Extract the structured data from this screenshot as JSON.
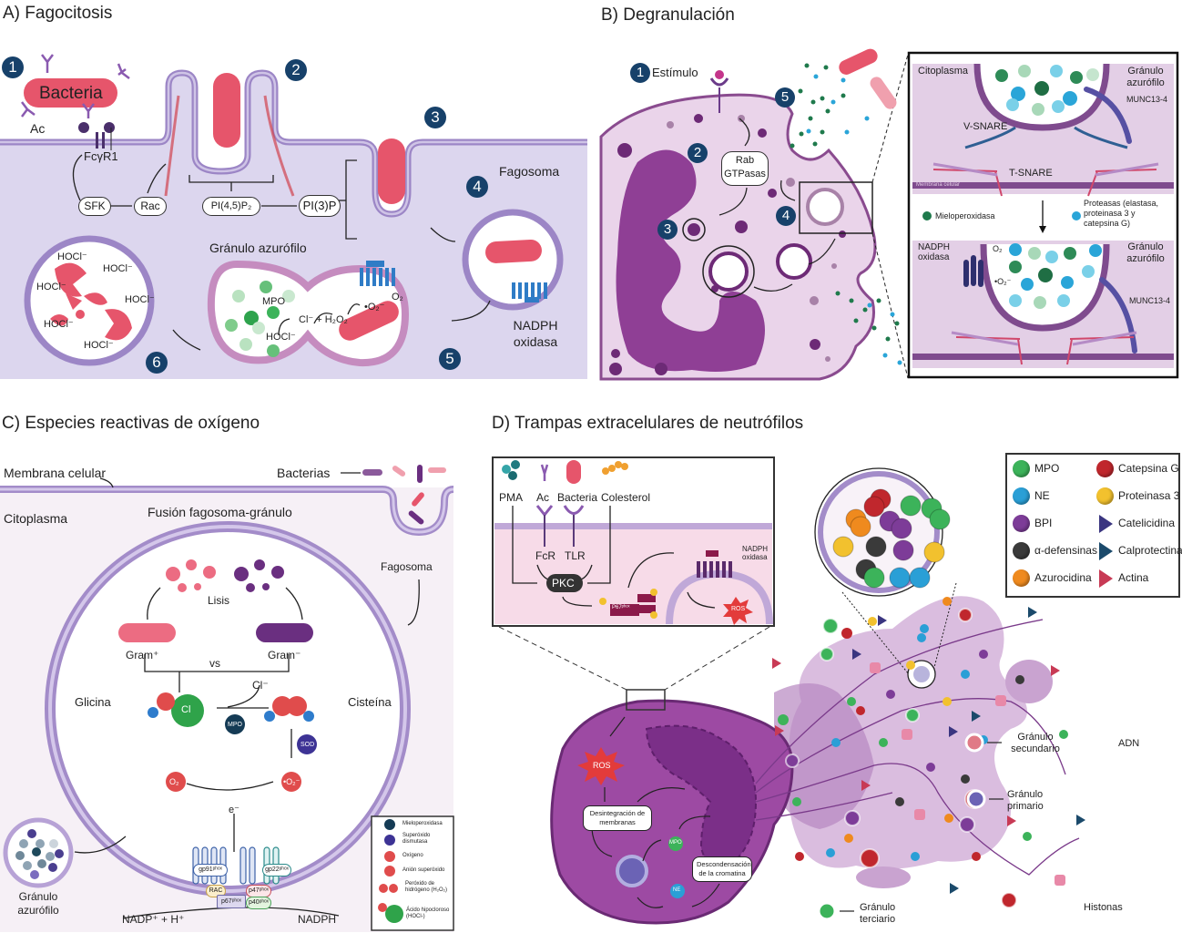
{
  "panels": {
    "a": {
      "title": "A) Fagocitosis",
      "steps": [
        "1",
        "2",
        "3",
        "4",
        "5",
        "6"
      ],
      "bacteria_label": "Bacteria",
      "antibody_label": "Ac",
      "receptor_label": "FcγR1",
      "pathway": {
        "sfk": "SFK",
        "rac": "Rac",
        "pip2": "PI(4,5)P₂",
        "pi3p": "PI(3)P"
      },
      "phagosome_label": "Fagosoma",
      "granule_label": "Gránulo azurófilo",
      "nadph_label": "NADPH oxidasa",
      "mpo": "MPO",
      "o2": "O₂",
      "superoxide": "•O₂⁻",
      "reaction": "Cl⁻ + H₂O₂",
      "hocl": "HOCl⁻",
      "hocl_count": 6
    },
    "b": {
      "title": "B) Degranulación",
      "steps": [
        "1",
        "2",
        "3",
        "4",
        "5"
      ],
      "stimulus_label": "Estímulo",
      "rab_label": "Rab GTPasas",
      "inset": {
        "cytoplasm": "Citoplasma",
        "granule": "Gránulo azurófilo",
        "munc": "MUNC13-4",
        "vsnare": "V-SNARE",
        "tsnare": "T-SNARE",
        "membrane": "Membrana celular",
        "legend_mpo": "Mieloperoxidasa",
        "legend_proteases": "Proteasas (elastasa, proteinasa 3 y catepsina G)",
        "nadph": "NADPH oxidasa",
        "o2": "O₂",
        "superoxide": "•O₂⁻"
      },
      "colors": {
        "mpo": "#1f7a4c",
        "protease": "#2aa5d8"
      }
    },
    "c": {
      "title": "C) Especies reactivas de oxígeno",
      "membrane_label": "Membrana celular",
      "bacteria_label": "Bacterias",
      "cytoplasm_label": "Citoplasma",
      "fusion_label": "Fusión fagosoma-gránulo",
      "phagosome_label": "Fagosoma",
      "lysis_label": "Lisis",
      "gram_pos": "Gram⁺",
      "gram_neg": "Gram⁻",
      "vs": "vs",
      "glycine": "Glicina",
      "cysteine": "Cisteína",
      "cl": "Cl⁻",
      "cl_atom": "Cl",
      "mpo": "MPO",
      "sod": "SOD",
      "o2": "O₂",
      "superoxide": "•O₂⁻",
      "electron": "e⁻",
      "granule_label": "Gránulo azurófilo",
      "nadp": "NADP⁺ + H⁺",
      "nadph": "NADPH",
      "subunits": {
        "gp91": "gp91ᵖʰᵒˣ",
        "gp22": "gp22ᵖʰᵒˣ",
        "rac": "RAC",
        "p47": "p47ᵖʰᵒˣ",
        "p67": "p67ᵖʰᵒˣ",
        "p40": "p40ᵖʰᵒˣ"
      },
      "legend": [
        {
          "symbol": "MPO",
          "label": "Mieloperoxidasa"
        },
        {
          "symbol": "SOD",
          "label": "Superóxido dismutasa"
        },
        {
          "symbol": "O₂",
          "label": "Oxígeno"
        },
        {
          "symbol": "•O₂⁻",
          "label": "Anión superóxido"
        },
        {
          "symbol": "H₂O₂",
          "label": "Peróxido de hidrógeno (H₂O₂)"
        },
        {
          "symbol": "HOCl",
          "label": "Ácido hipocloroso (HOCl-)"
        }
      ]
    },
    "d": {
      "title": "D) Trampas extracelulares de neutrófilos",
      "stimuli": [
        "PMA",
        "Ac",
        "Bacteria",
        "Colesterol"
      ],
      "receptors": {
        "fcr": "FcR",
        "tlr": "TLR"
      },
      "pkc": "PKC",
      "p67": "P67ᵖʰᵒˣ",
      "p": "P",
      "nadph": "NADPH oxidasa",
      "ros": "ROS",
      "membrane_disintegration": "Desintegración de membranas",
      "chromatin": "Descondensación de la cromatina",
      "mpo": "MPO",
      "ne": "NE",
      "labels": {
        "secondary": "Gránulo secundario",
        "primary": "Gránulo primario",
        "tertiary": "Gránulo terciario",
        "dna": "ADN",
        "histones": "Histonas"
      },
      "legend": [
        {
          "label": "MPO",
          "shape": "circle",
          "color": "#3cb35a"
        },
        {
          "label": "Catepsina G",
          "shape": "circle",
          "color": "#c0272d"
        },
        {
          "label": "NE",
          "shape": "circle",
          "color": "#2a9fd6"
        },
        {
          "label": "Proteinasa 3",
          "shape": "circle",
          "color": "#f2c12e"
        },
        {
          "label": "BPI",
          "shape": "circle",
          "color": "#7d3c98"
        },
        {
          "label": "Catelicidina",
          "shape": "triangle",
          "color": "#3a3580"
        },
        {
          "label": "α-defensinas",
          "shape": "circle",
          "color": "#3a3a3a"
        },
        {
          "label": "Calprotectina",
          "shape": "triangle",
          "color": "#1b4a6b"
        },
        {
          "label": "Azurocidina",
          "shape": "circle",
          "color": "#ef8a1e"
        },
        {
          "label": "Actina",
          "shape": "triangle",
          "color": "#c83a55"
        }
      ]
    }
  }
}
